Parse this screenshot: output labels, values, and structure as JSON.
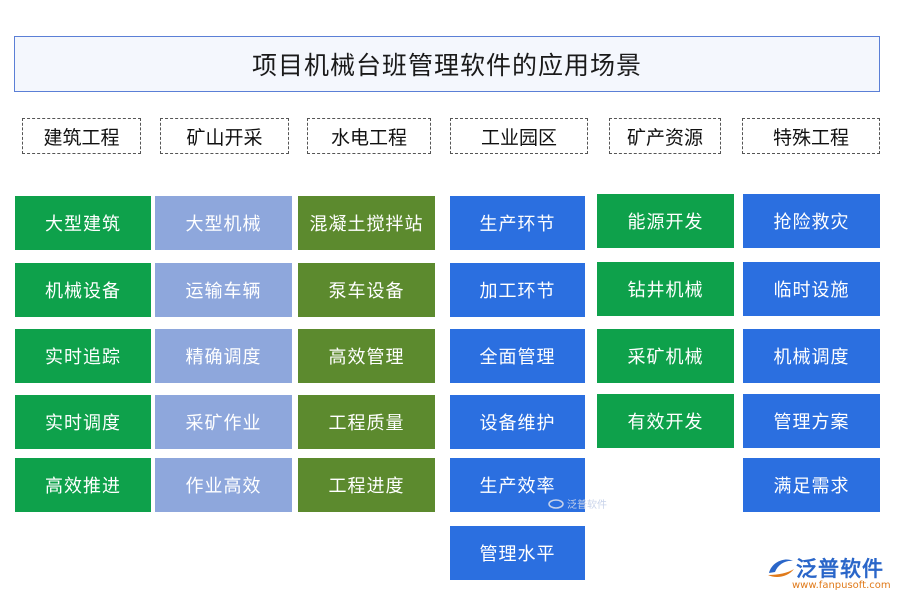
{
  "title": "项目机械台班管理软件的应用场景",
  "colors": {
    "green": "#0ea14b",
    "lavender": "#8ea7dc",
    "olive": "#5c8a2e",
    "blue": "#2b6fe0",
    "frame": "#5b7fd6"
  },
  "columns": [
    {
      "category": "建筑工程",
      "color": "green",
      "items": [
        "大型建筑",
        "机械设备",
        "实时追踪",
        "实时调度",
        "高效推进"
      ]
    },
    {
      "category": "矿山开采",
      "color": "lavender",
      "items": [
        "大型机械",
        "运输车辆",
        "精确调度",
        "采矿作业",
        "作业高效"
      ]
    },
    {
      "category": "水电工程",
      "color": "olive",
      "items": [
        "混凝土搅拌站",
        "泵车设备",
        "高效管理",
        "工程质量",
        "工程进度"
      ]
    },
    {
      "category": "工业园区",
      "color": "blue",
      "items": [
        "生产环节",
        "加工环节",
        "全面管理",
        "设备维护",
        "生产效率",
        "管理水平"
      ]
    },
    {
      "category": "矿产资源",
      "color": "green",
      "items": [
        "能源开发",
        "钻井机械",
        "采矿机械",
        "有效开发"
      ]
    },
    {
      "category": "特殊工程",
      "color": "blue",
      "items": [
        "抢险救灾",
        "临时设施",
        "机械调度",
        "管理方案",
        "满足需求"
      ]
    }
  ],
  "watermark": {
    "center_text": "泛普软件",
    "brand_name": "泛普软件",
    "brand_url": "www.fanpusoft.com"
  }
}
